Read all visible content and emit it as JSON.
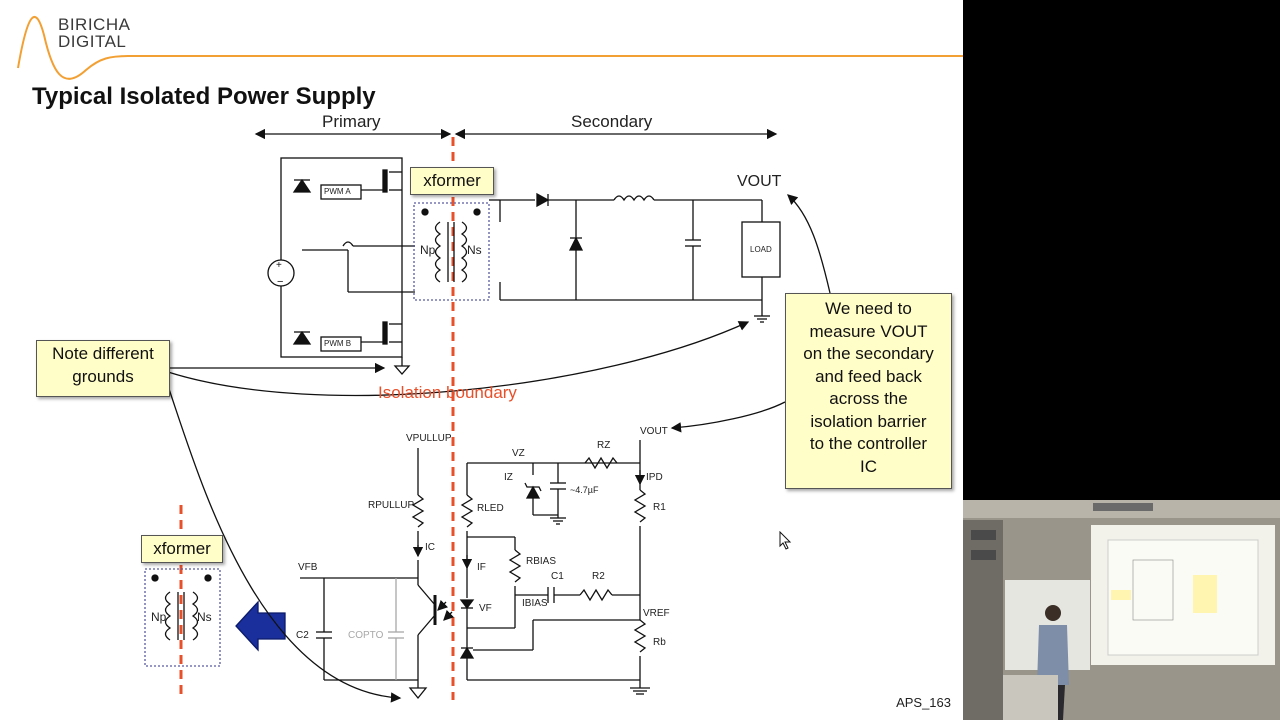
{
  "logo": {
    "line1": "BIRICHA",
    "line2": "DIGITAL"
  },
  "slide": {
    "title": "Typical Isolated Power Supply",
    "reference": "APS_163"
  },
  "regions": {
    "primary": "Primary",
    "secondary": "Secondary"
  },
  "isolation_label": "Isolation  boundary",
  "callouts": {
    "xformer_top": "xformer",
    "xformer_bottom": "xformer",
    "note_grounds": [
      "Note different",
      "grounds"
    ],
    "measure_vout": [
      "We need to",
      "measure VOUT",
      "on the secondary",
      "and feed back",
      "across the",
      "isolation barrier",
      "to the controller",
      "IC"
    ]
  },
  "labels": {
    "vout_top": "VOUT",
    "pwm_a": "PWM A",
    "pwm_b": "PWM B",
    "load": "LOAD",
    "np": "Np",
    "ns": "Ns",
    "vpullup": "VPULLUP",
    "rpullup": "RPULLUP",
    "ic": "IC",
    "vfb": "VFB",
    "c2": "C2",
    "copto": "COPTO",
    "vz": "VZ",
    "iz": "IZ",
    "cap_value": "~4.7µF",
    "rz": "RZ",
    "rled": "RLED",
    "rbias": "RBIAS",
    "ibias": "IBIAS",
    "if": "IF",
    "vf": "VF",
    "c1": "C1",
    "r2": "R2",
    "vout_bottom": "VOUT",
    "ipd": "IPD",
    "r1": "R1",
    "vref": "VREF",
    "rb": "Rb"
  },
  "colors": {
    "isolation_line": "#e8502a",
    "callout_fill": "#fffdc8",
    "logo_curve": "#f2a033",
    "arrow_blue": "#1a2f9c",
    "copto_grey": "#a8a8a8"
  }
}
